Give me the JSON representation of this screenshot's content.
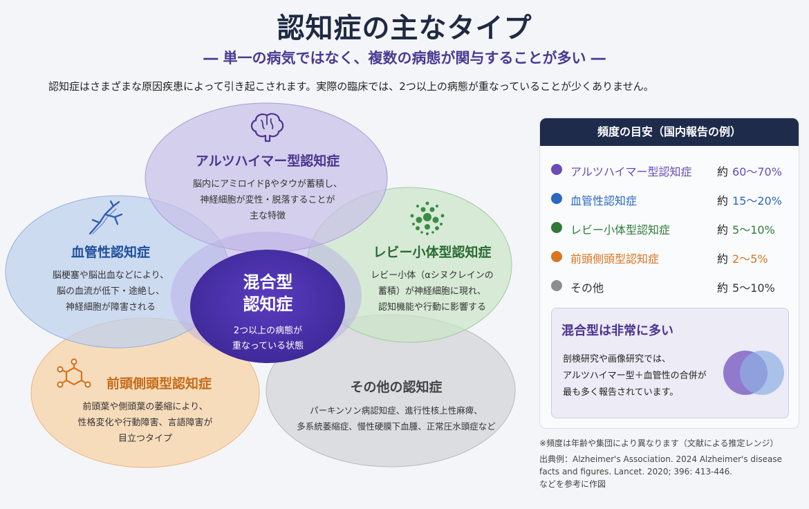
{
  "header": {
    "title": "認知症の主なタイプ",
    "subtitle": "― 単一の病気ではなく、複数の病態が関与することが多い ―",
    "intro": "認知症はさまざまな原因疾患によって引き起こされます。実際の臨床では、2つ以上の病態が重なっていることが少くありません。"
  },
  "diagram": {
    "alzheimer": {
      "title": "アルツハイマー型認知症",
      "desc_lines": [
        "脳内にアミロイドβやタウが蓄積し、",
        "神経細胞が変性・脱落することが",
        "主な特徴"
      ],
      "icon": "brain-icon",
      "color": "#6a52b3"
    },
    "vascular": {
      "title": "血管性認知症",
      "desc_lines": [
        "脳梗塞や脳出血などにより、",
        "脳の血流が低下・途絶し、",
        "神経細胞が障害される"
      ],
      "icon": "blood-vessel-icon",
      "color": "#2f6fc4"
    },
    "lewy": {
      "title": "レビー小体型認知症",
      "desc_lines": [
        "レビー小体（αシヌクレインの",
        "蓄積）が神経細胞に現れ、",
        "認知機能や行動に影響する"
      ],
      "icon": "dots-cluster-icon",
      "color": "#3c8a46"
    },
    "ftd": {
      "title": "前頭側頭型認知症",
      "desc_lines": [
        "前頭葉や側頭葉の萎縮により、",
        "性格変化や行動障害、言語障害が",
        "目立つタイプ"
      ],
      "icon": "molecule-icon",
      "color": "#e0822a"
    },
    "other": {
      "title": "その他の認知症",
      "desc_lines": [
        "パーキンソン病認知症、進行性核上性麻痺、",
        "多系統萎縮症、慢性硬膜下血腫、正常圧水頭症など"
      ]
    },
    "mixed": {
      "title_lines": [
        "混合型",
        "認知症"
      ],
      "desc_lines": [
        "2つ以上の病態が",
        "重なっている状態"
      ],
      "color": "#4a2fa6"
    }
  },
  "frequency": {
    "header": "頻度の目安（国内報告の例）",
    "prefix": "約",
    "rows": [
      {
        "name": "アルツハイマー型認知症",
        "value": "60〜70%",
        "color": "#6a4bb8"
      },
      {
        "name": "血管性認知症",
        "value": "15〜20%",
        "color": "#2a66c2"
      },
      {
        "name": "レビー小体型認知症",
        "value": "5〜10%",
        "color": "#2f7a3a"
      },
      {
        "name": "前頭側頭型認知症",
        "value": "2〜5%",
        "color": "#d9741f"
      },
      {
        "name": "その他",
        "value": "5〜10%",
        "color": "#8e8e8e"
      }
    ],
    "mixed_box": {
      "title": "混合型は非常に多い",
      "desc_lines": [
        "剖検研究や画像研究では、",
        "アルツハイマー型＋血管性の合併が",
        "最も多く報告されています。"
      ]
    }
  },
  "footer": {
    "note": "※頻度は年齢や集団により異なります（文献による推定レンジ）",
    "source_lines": [
      "出典例：Alzheimer's Association. 2024 Alzheimer's disease",
      "facts and figures. Lancet. 2020; 396: 413-446.",
      "などを参考に作図"
    ]
  }
}
